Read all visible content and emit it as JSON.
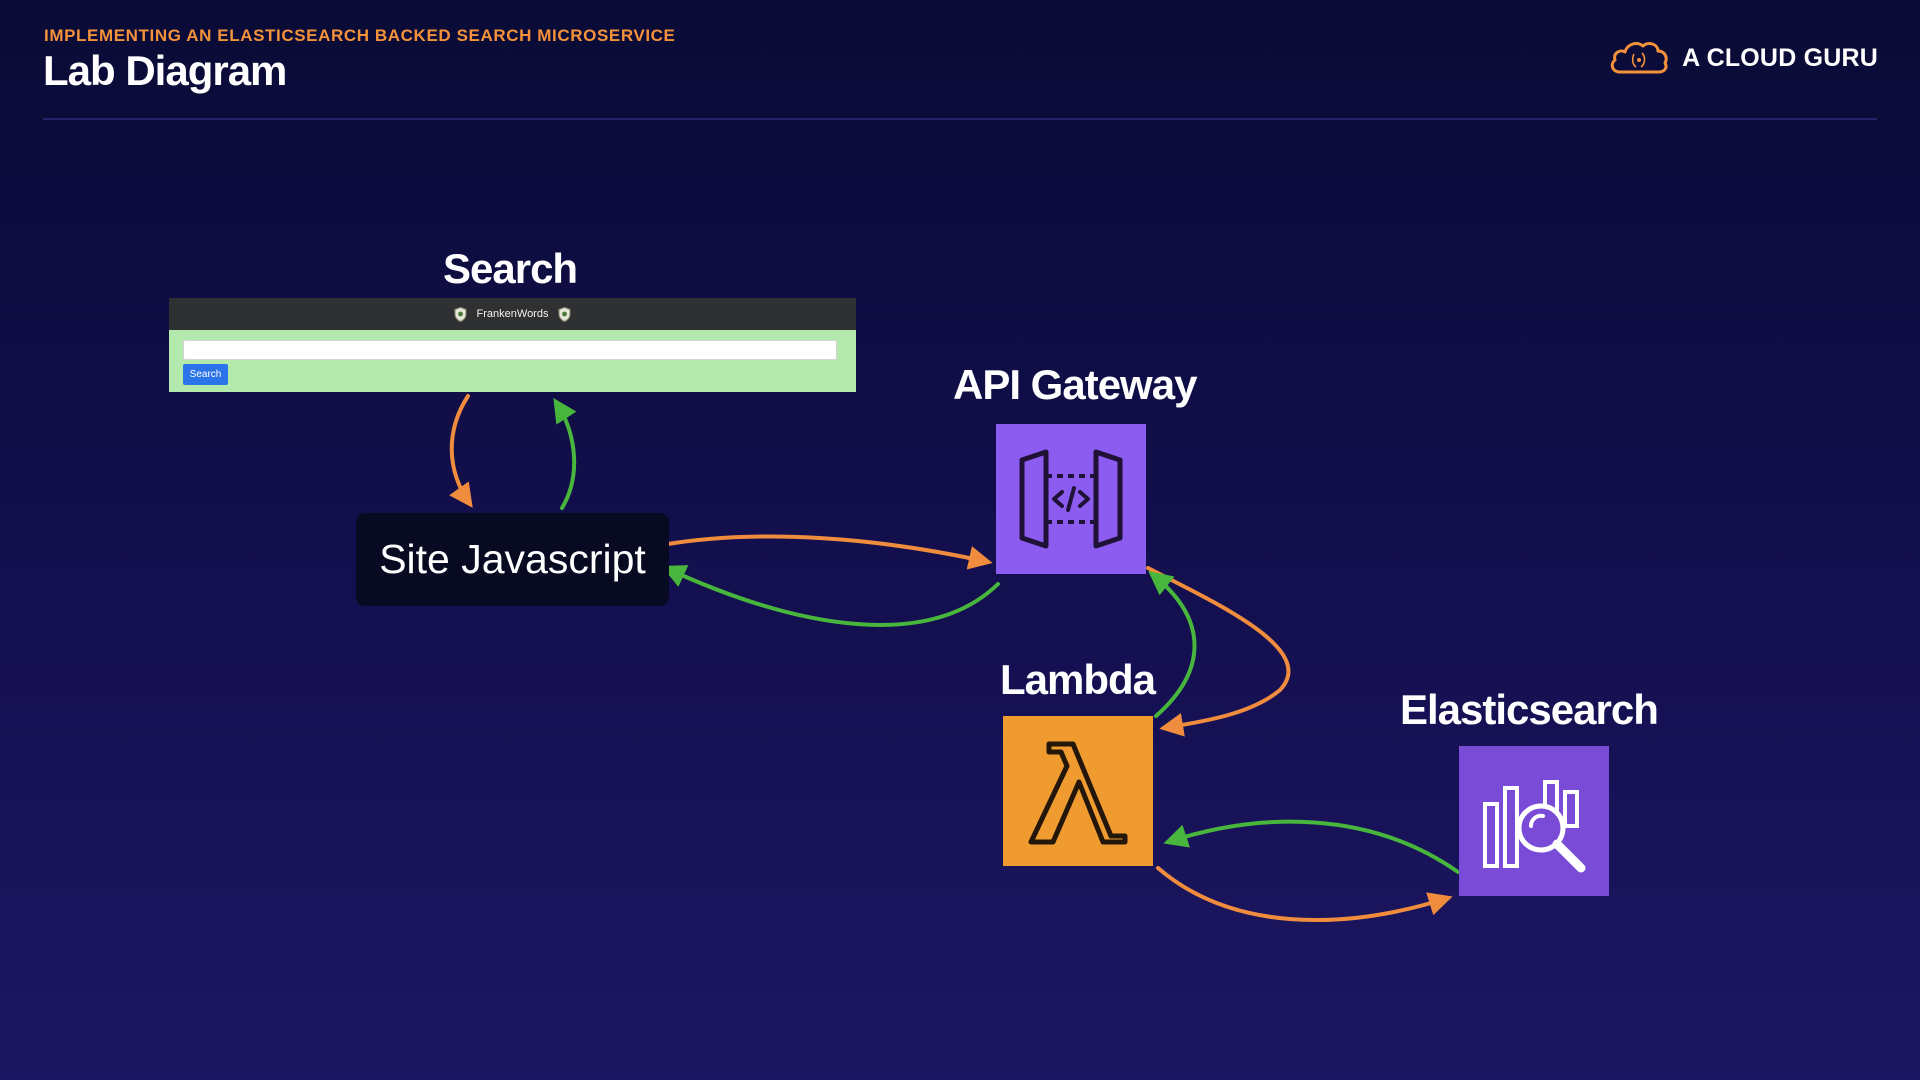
{
  "header": {
    "eyebrow": "IMPLEMENTING AN ELASTICSEARCH BACKED SEARCH MICROSERVICE",
    "title": "Lab Diagram",
    "brand": "A CLOUD GURU"
  },
  "nodes": {
    "search": {
      "label": "Search",
      "site_name": "FrankenWords",
      "search_input_value": "",
      "button_label": "Search"
    },
    "site_js": {
      "label": "Site Javascript"
    },
    "api_gateway": {
      "label": "API Gateway",
      "icon": "api-gateway-icon"
    },
    "lambda": {
      "label": "Lambda",
      "icon": "lambda-icon"
    },
    "elasticsearch": {
      "label": "Elasticsearch",
      "icon": "elasticsearch-icon"
    }
  },
  "colors": {
    "background_top": "#0a0b36",
    "background_bottom": "#1c1762",
    "accent_orange": "#f3923b",
    "arrow_orange": "#f08c3e",
    "arrow_green": "#48b63d",
    "api_gateway_tile": "#8c5cf0",
    "lambda_tile": "#ef9b30",
    "elasticsearch_tile": "#7a4bd6",
    "search_bar_green": "#b4e9ad"
  },
  "edges": [
    {
      "from": "search",
      "to": "site_js",
      "color": "orange"
    },
    {
      "from": "site_js",
      "to": "search",
      "color": "green"
    },
    {
      "from": "site_js",
      "to": "api_gateway",
      "color": "orange"
    },
    {
      "from": "api_gateway",
      "to": "site_js",
      "color": "green"
    },
    {
      "from": "api_gateway",
      "to": "lambda",
      "color": "orange"
    },
    {
      "from": "lambda",
      "to": "api_gateway",
      "color": "green"
    },
    {
      "from": "lambda",
      "to": "elasticsearch",
      "color": "orange"
    },
    {
      "from": "elasticsearch",
      "to": "lambda",
      "color": "green"
    }
  ]
}
